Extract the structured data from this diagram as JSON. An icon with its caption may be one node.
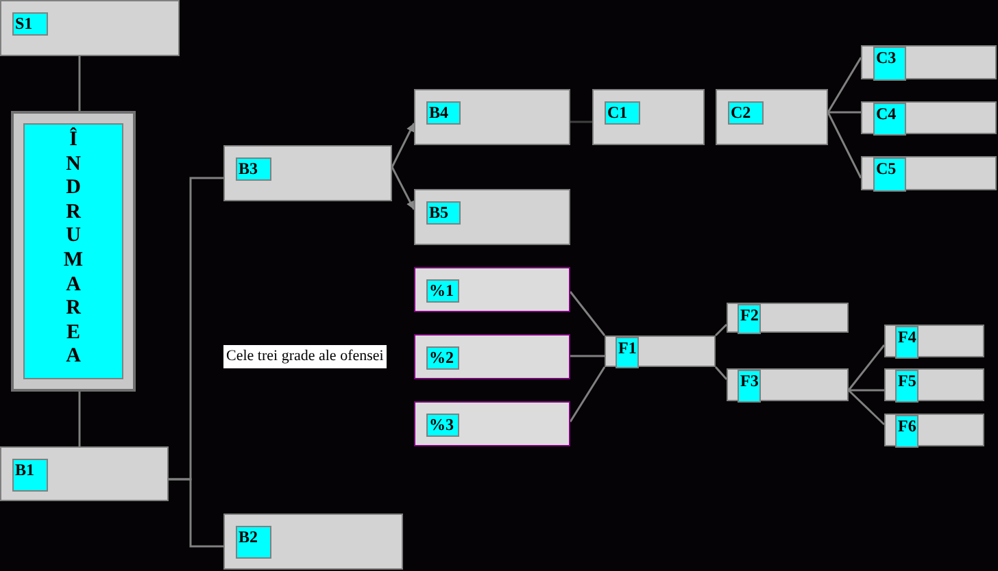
{
  "diagram": {
    "nodes": [
      {
        "text": [
          "S1"
        ]
      },
      {
        "text": [
          "ÎNDRUMAREA"
        ]
      },
      {
        "text": [
          "B1"
        ]
      },
      {
        "text": [
          "B2"
        ]
      },
      {
        "text": [
          "B3"
        ]
      },
      {
        "text": [
          "B4"
        ]
      },
      {
        "text": [
          "B5"
        ]
      },
      {
        "text": [
          "C1"
        ]
      },
      {
        "text": [
          "C2"
        ]
      },
      {
        "text": [
          "C3"
        ]
      },
      {
        "text": [
          "C4"
        ]
      },
      {
        "text": [
          "C5"
        ]
      },
      {
        "text": [
          "%1"
        ]
      },
      {
        "text": [
          "%2"
        ]
      },
      {
        "text": [
          "%3"
        ]
      },
      {
        "text": [
          "F1"
        ]
      },
      {
        "text": [
          "F2"
        ]
      },
      {
        "text": [
          "F3"
        ]
      },
      {
        "text": [
          "F4"
        ]
      },
      {
        "text": [
          "F5"
        ]
      },
      {
        "text": [
          "F6"
        ]
      }
    ],
    "edges": [
      {
        "from": 0,
        "to": 1,
        "arrow": "none"
      },
      {
        "from": 1,
        "to": 2,
        "arrow": "none"
      },
      {
        "from": 2,
        "to": 4,
        "arrow": "none"
      },
      {
        "from": 2,
        "to": 3,
        "arrow": "none"
      },
      {
        "from": 4,
        "to": 5,
        "arrow": "to"
      },
      {
        "from": 4,
        "to": 6,
        "arrow": "to"
      },
      {
        "from": 5,
        "to": 7,
        "arrow": "none",
        "color": "#404040"
      },
      {
        "from": 8,
        "to": 9,
        "arrow": "none"
      },
      {
        "from": 8,
        "to": 10,
        "arrow": "none"
      },
      {
        "from": 8,
        "to": 11,
        "arrow": "none"
      },
      {
        "from": 12,
        "to": 15,
        "arrow": "none"
      },
      {
        "from": 13,
        "to": 15,
        "arrow": "none"
      },
      {
        "from": 14,
        "to": 15,
        "arrow": "none"
      },
      {
        "from": 15,
        "to": 16,
        "arrow": "none"
      },
      {
        "from": 15,
        "to": 17,
        "arrow": "none"
      },
      {
        "from": 17,
        "to": 18,
        "arrow": "none"
      },
      {
        "from": 17,
        "to": 19,
        "arrow": "none"
      },
      {
        "from": 17,
        "to": 20,
        "arrow": "none"
      }
    ],
    "labels": [
      "Cele trei grade ale ofensei"
    ]
  }
}
